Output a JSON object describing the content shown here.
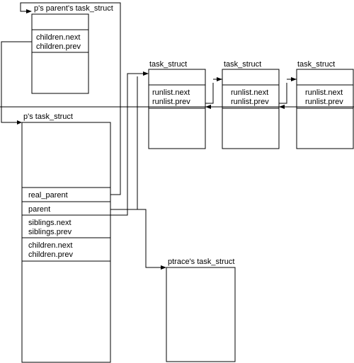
{
  "parent_task": {
    "title": "p's parent's task_struct",
    "children_next": "children.next",
    "children_prev": "children.prev"
  },
  "p_task": {
    "title": "p's task_struct",
    "real_parent": "real_parent",
    "parent": "parent",
    "siblings_next": "siblings.next",
    "siblings_prev": "siblings.prev",
    "children_next": "children.next",
    "children_prev": "children.prev"
  },
  "runlist_tasks": [
    {
      "title": "task_struct",
      "runlist_next": "runlist.next",
      "runlist_prev": "runlist.prev"
    },
    {
      "title": "task_struct",
      "runlist_next": "runlist.next",
      "runlist_prev": "runlist.prev"
    },
    {
      "title": "task_struct",
      "runlist_next": "runlist.next",
      "runlist_prev": "runlist.prev"
    }
  ],
  "ptrace_task": {
    "title": "ptrace's task_struct"
  }
}
